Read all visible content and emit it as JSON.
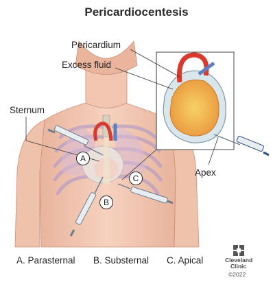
{
  "title": "Pericardiocentesis",
  "labels": {
    "pericardium": "Pericardium",
    "excess_fluid": "Excess fluid",
    "sternum": "Sternum",
    "apex": "Apex"
  },
  "markers": {
    "a": "A",
    "b": "B",
    "c": "C"
  },
  "legend": {
    "a": "A. Parasternal",
    "b": "B. Substernal",
    "c": "C. Apical"
  },
  "logo": {
    "line1": "Cleveland",
    "line2": "Clinic",
    "copyright": "©2022"
  },
  "colors": {
    "skin": "#f3c9b3",
    "skin_shadow": "#e3a98f",
    "rib": "#b89fc4",
    "heart": "#e9d8d8",
    "myocardium": "#f0a94a",
    "fluid": "#d9e6ec",
    "artery": "#d93a2e",
    "vein": "#5b7fbf",
    "syringe": "#6a7c8c",
    "needle_hub": "#2b4f7a",
    "marker_stroke": "#222222"
  }
}
